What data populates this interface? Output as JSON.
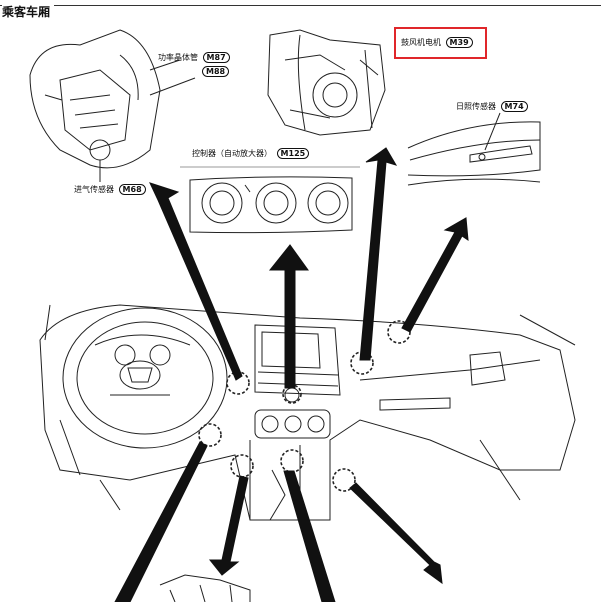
{
  "title": "乘客车厢",
  "callouts": [
    {
      "text": "功率晶体管",
      "codes": [
        "M87",
        "M88"
      ]
    },
    {
      "text": "进气传感器",
      "codes": [
        "M68"
      ]
    },
    {
      "text": "控制器（自动放大器）",
      "codes": [
        "M125"
      ]
    },
    {
      "text": "鼓风机电机",
      "codes": [
        "M39"
      ]
    },
    {
      "text": "日照传感器",
      "codes": [
        "M74"
      ]
    }
  ],
  "highlight_color": "#e0262a"
}
